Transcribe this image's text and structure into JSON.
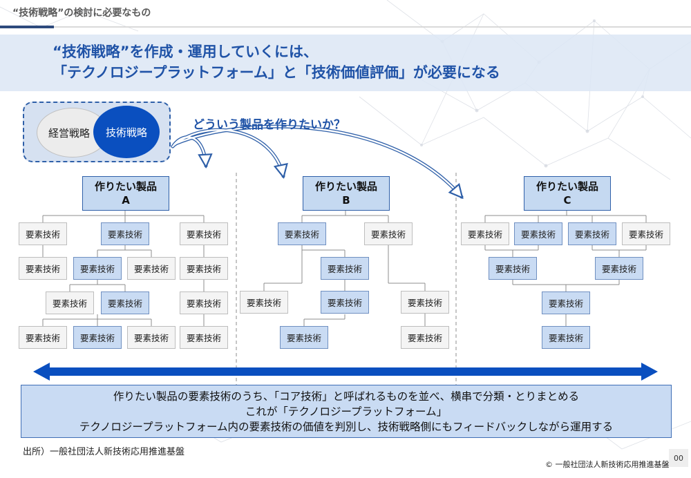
{
  "header": {
    "section_title": "“技術戦略”の検討に必要なもの",
    "headline_line1": "“技術戦略”を作成・運用していくには、",
    "headline_line2": "「テクノロジープラットフォーム」と「技術価値評価」が必要になる"
  },
  "strategy": {
    "management": "経営戦略",
    "technology": "技術戦略",
    "question": "どういう製品を作りたいか？"
  },
  "products": [
    {
      "title": "作りたい製品",
      "letter": "A"
    },
    {
      "title": "作りたい製品",
      "letter": "B"
    },
    {
      "title": "作りたい製品",
      "letter": "C"
    }
  ],
  "element_label": "要素技術",
  "summary": {
    "line1": "作りたい製品の要素技術のうち、「コア技術」と呼ばれるものを並べ、横串で分類・とりまとめる",
    "line2": "これが「テクノロジープラットフォーム」",
    "line3": "テクノロジープラットフォーム内の要素技術の価値を判別し、技術戦略側にもフィードバックしながら運用する"
  },
  "footer": {
    "source": "出所）一般社団法人新技術応用推進基盤",
    "copyright": "© 一般社団法人新技術応用推進基盤",
    "page": "00"
  },
  "colors": {
    "accent_blue": "#2053a7",
    "core_tech_fill": "#c9dbf3",
    "plain_tech_fill": "#f4f4f4",
    "arrow_blue": "#0a4fbf"
  }
}
